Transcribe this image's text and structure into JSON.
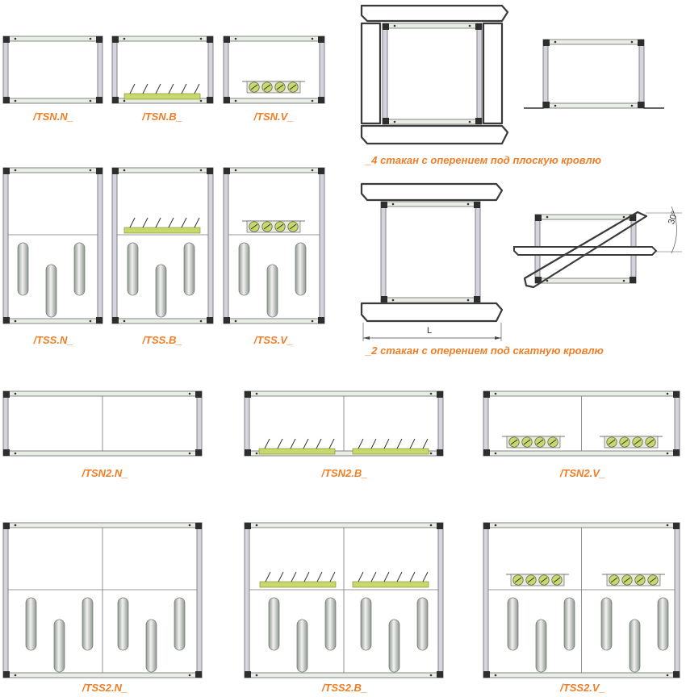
{
  "labels": {
    "tsn_n": "/TSN.N_",
    "tsn_b": "/TSN.B_",
    "tsn_v": "/TSN.V_",
    "tss_n": "/TSS.N_",
    "tss_b": "/TSS.B_",
    "tss_v": "/TSS.V_",
    "tsn2_n": "/TSN2.N_",
    "tsn2_b": "/TSN2.B_",
    "tsn2_v": "/TSN2.V_",
    "tss2_n": "/TSS2.N_",
    "tss2_b": "/TSS2.B_",
    "tss2_v": "/TSS2.V_",
    "flat_roof": "_4  стакан с оперением под плоскую кровлю",
    "pitched_roof": "_2  стакан с оперением под скатную кровлю"
  },
  "dimensions": {
    "length": "L",
    "angle": "30°"
  },
  "colors": {
    "label": "#f07e26",
    "frame_fill": "#d4d4dc",
    "frame_line": "#6a6a72",
    "corner": "#2e2e2e",
    "rail_fill": "#e8eee3",
    "heater_fill": "#c8d86a",
    "tube_light": "#f0f0f0",
    "tube_dark": "#8e968e"
  }
}
